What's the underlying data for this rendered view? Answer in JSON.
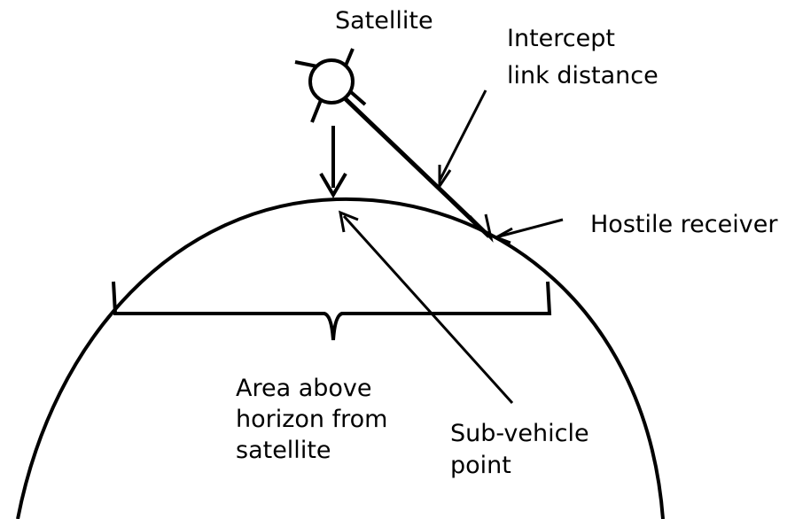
{
  "labels": {
    "satellite": "Satellite",
    "intercept_line1": "Intercept",
    "intercept_line2": "link distance",
    "hostile_receiver": "Hostile receiver",
    "area_line1": "Area above",
    "area_line2": "horizon from",
    "area_line3": "satellite",
    "subvehicle_line1": "Sub-vehicle",
    "subvehicle_line2": "point"
  },
  "colors": {
    "stroke": "#000000",
    "background": "#ffffff"
  }
}
